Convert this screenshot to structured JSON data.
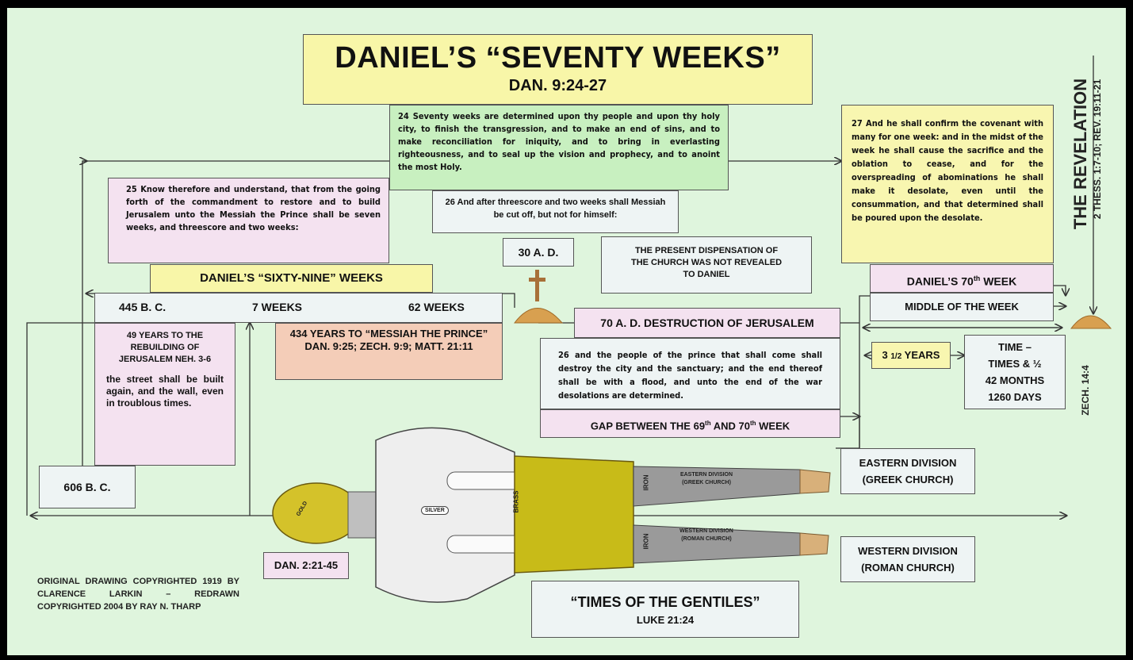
{
  "title": {
    "main": "DANIEL’S “SEVENTY WEEKS”",
    "ref": "DAN. 9:24-27"
  },
  "verses": {
    "v24": "24 Seventy weeks are determined upon thy people and upon thy holy city, to finish the transgression, and to make an end of sins, and to make reconciliation for iniquity, and to bring in everlasting righteousness, and to seal up the vision and prophecy, and to anoint the most Holy.",
    "v25": "25 Know therefore and understand, that from the going forth of the commandment to restore and to build Jerusalem unto the Messiah the Prince shall be seven weeks, and threescore and two weeks:",
    "v26a": "26 And after threescore and two weeks shall Messiah be cut off, but not for himself:",
    "v26b": "26 and the people of the prince that shall come shall destroy the city and the sanctuary; and the end thereof shall be with a flood, and unto the end of the war desolations are determined.",
    "v27": "27 And he shall confirm the covenant with many for one week: and in the midst of the week he shall cause the sacrifice and the oblation to cease, and for the overspreading of abominations he shall make it desolate, even until the consummation, and that determined shall be poured upon the desolate."
  },
  "labels": {
    "sixty_nine": "DANIEL’S “SIXTY-NINE” WEEKS",
    "bc445": "445 B. C.",
    "seven_weeks": "7 WEEKS",
    "sixtytwo_weeks": "62 WEEKS",
    "ad30": "30 A. D.",
    "present_dispensation": "THE PRESENT DISPENSATION OF THE CHURCH WAS NOT REVEALED TO DANIEL",
    "seventieth_week_pre": "DANIEL’S 70",
    "seventieth_week_sup": "th",
    "seventieth_week_post": " WEEK",
    "middle_week": "MIDDLE OF THE WEEK",
    "ad70": "70 A. D. DESTRUCTION OF JERUSALEM",
    "gap_a": "GAP BETWEEN THE 69",
    "gap_sup1": "th",
    "gap_b": " AND 70",
    "gap_sup2": "th",
    "gap_c": " WEEK",
    "years_49_title": "49 YEARS TO THE REBUILDING OF JERUSALEM NEH. 3-6",
    "years_49_text": "the street shall be built again, and the wall, even in troublous times.",
    "years_434": "434 YEARS TO “MESSIAH THE PRINCE” DAN. 9:25; ZECH. 9:9; MATT. 21:11",
    "three_half_pre": "3 ",
    "three_half_frac": "1/2",
    "three_half_post": " YEARS",
    "time_times_1": "TIME –",
    "time_times_2": "TIMES & ½",
    "time_times_3": "42 MONTHS",
    "time_times_4": "1260 DAYS",
    "bc606": "606 B. C.",
    "eastern_1": "EASTERN DIVISION",
    "eastern_2": "(GREEK CHURCH)",
    "western_1": "WESTERN DIVISION",
    "western_2": "(ROMAN CHURCH)",
    "dan2": "DAN. 2:21-45",
    "gentiles_title": "“TIMES OF THE GENTILES”",
    "gentiles_ref": "LUKE 21:24",
    "copyright": "ORIGINAL DRAWING COPYRIGHTED 1919 BY CLARENCE LARKIN – REDRAWN COPYRIGHTED 2004 BY RAY N. THARP",
    "revelation": "THE REVELATION",
    "revelation_refs": "2 THESS. 1:7-10; REV. 19:11-21",
    "zech": "ZECH. 14:4"
  },
  "statue_labels": {
    "gold": "GOLD",
    "silver": "SILVER",
    "brass": "BRASS",
    "iron_upper": "IRON",
    "iron_lower": "IRON",
    "east_leg_1": "EASTERN DIVISION",
    "east_leg_2": "(GREEK CHURCH)",
    "west_leg_1": "WESTERN DIVISION",
    "west_leg_2": "(ROMAN CHURCH)"
  },
  "colors": {
    "yellow_box": "#f8f6a8",
    "green_box": "#c8f0c0",
    "blue_box": "#e4eef2",
    "pink_box": "#f4e2f0",
    "salmon_box": "#f4cdb8",
    "background": "#dff5dd",
    "gold": "#d4c22a"
  }
}
